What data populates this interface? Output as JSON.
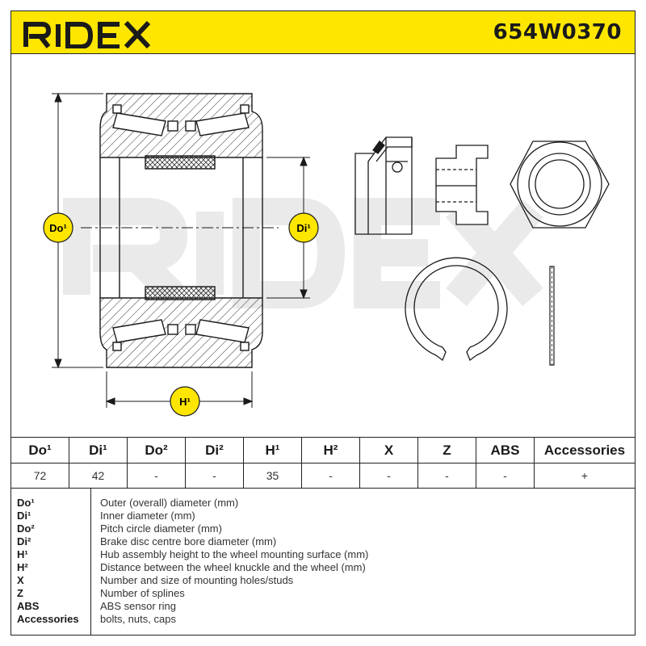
{
  "header": {
    "brand": "RIDEX",
    "part_number": "654W0370",
    "colors": {
      "header_bg": "#ffe600",
      "badge": "#ffe600",
      "watermark": "#e6e6e6"
    }
  },
  "drawing": {
    "watermark": "RIDEX",
    "labels": {
      "outer_diameter": "Do¹",
      "inner_diameter": "Di¹",
      "height": "H¹"
    }
  },
  "specs_table": {
    "headers": [
      "Do¹",
      "Di¹",
      "Do²",
      "Di²",
      "H¹",
      "H²",
      "X",
      "Z",
      "ABS",
      "Accessories"
    ],
    "values": [
      "72",
      "42",
      "-",
      "-",
      "35",
      "-",
      "-",
      "-",
      "-",
      "+"
    ]
  },
  "legend": {
    "rows": [
      {
        "key": "Do¹",
        "value": "Outer (overall) diameter (mm)"
      },
      {
        "key": "Di¹",
        "value": "Inner diameter (mm)"
      },
      {
        "key": "Do²",
        "value": "Pitch circle diameter (mm)"
      },
      {
        "key": "Di²",
        "value": "Brake disc centre bore diameter (mm)"
      },
      {
        "key": "H¹",
        "value": "Hub assembly height to the wheel mounting surface (mm)"
      },
      {
        "key": "H²",
        "value": "Distance between the wheel knuckle and the wheel (mm)"
      },
      {
        "key": "X",
        "value": "Number and size of mounting holes/studs"
      },
      {
        "key": "Z",
        "value": "Number of splines"
      },
      {
        "key": "ABS",
        "value": "ABS sensor ring"
      },
      {
        "key": "Accessories",
        "value": "bolts, nuts, caps"
      }
    ]
  }
}
